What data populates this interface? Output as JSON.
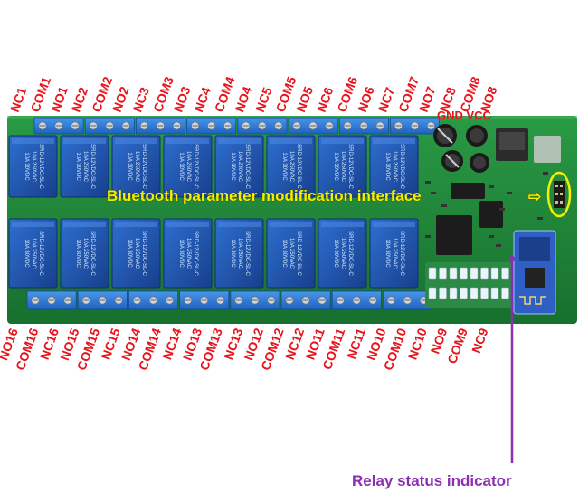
{
  "top_labels": [
    "NC1",
    "COM1",
    "NO1",
    "NC2",
    "COM2",
    "NO2",
    "NC3",
    "COM3",
    "NO3",
    "NC4",
    "COM4",
    "NO4",
    "NC5",
    "COM5",
    "NO5",
    "NC6",
    "COM6",
    "NO6",
    "NC7",
    "COM7",
    "NO7",
    "NC8",
    "COM8",
    "NO8"
  ],
  "bottom_labels": [
    "NO16",
    "COM16",
    "NC16",
    "NO15",
    "COM15",
    "NC15",
    "NO14",
    "COM14",
    "NC14",
    "NO13",
    "COM13",
    "NC13",
    "NO12",
    "COM12",
    "NC12",
    "NO11",
    "COM11",
    "NC11",
    "NO10",
    "COM10",
    "NC10",
    "NO9",
    "COM9",
    "NC9"
  ],
  "power_label": "GND VCC",
  "bluetooth_callout": "Bluetooth parameter modification interface",
  "bluetooth_arrow": "⇨",
  "relay_status_callout": "Relay status indicator",
  "relay_print": {
    "line1": "SRD-12VDC-SL-C",
    "line2": "10A 250VAC",
    "line3": "10A 30VDC"
  },
  "colors": {
    "label_red": "#e8141c",
    "pcb_green": "#1f8a3a",
    "relay_blue": "#1a56b8",
    "terminal_blue": "#2a7ad8",
    "callout_yellow": "#f4f000",
    "callout_purple": "#8a2fb0"
  }
}
